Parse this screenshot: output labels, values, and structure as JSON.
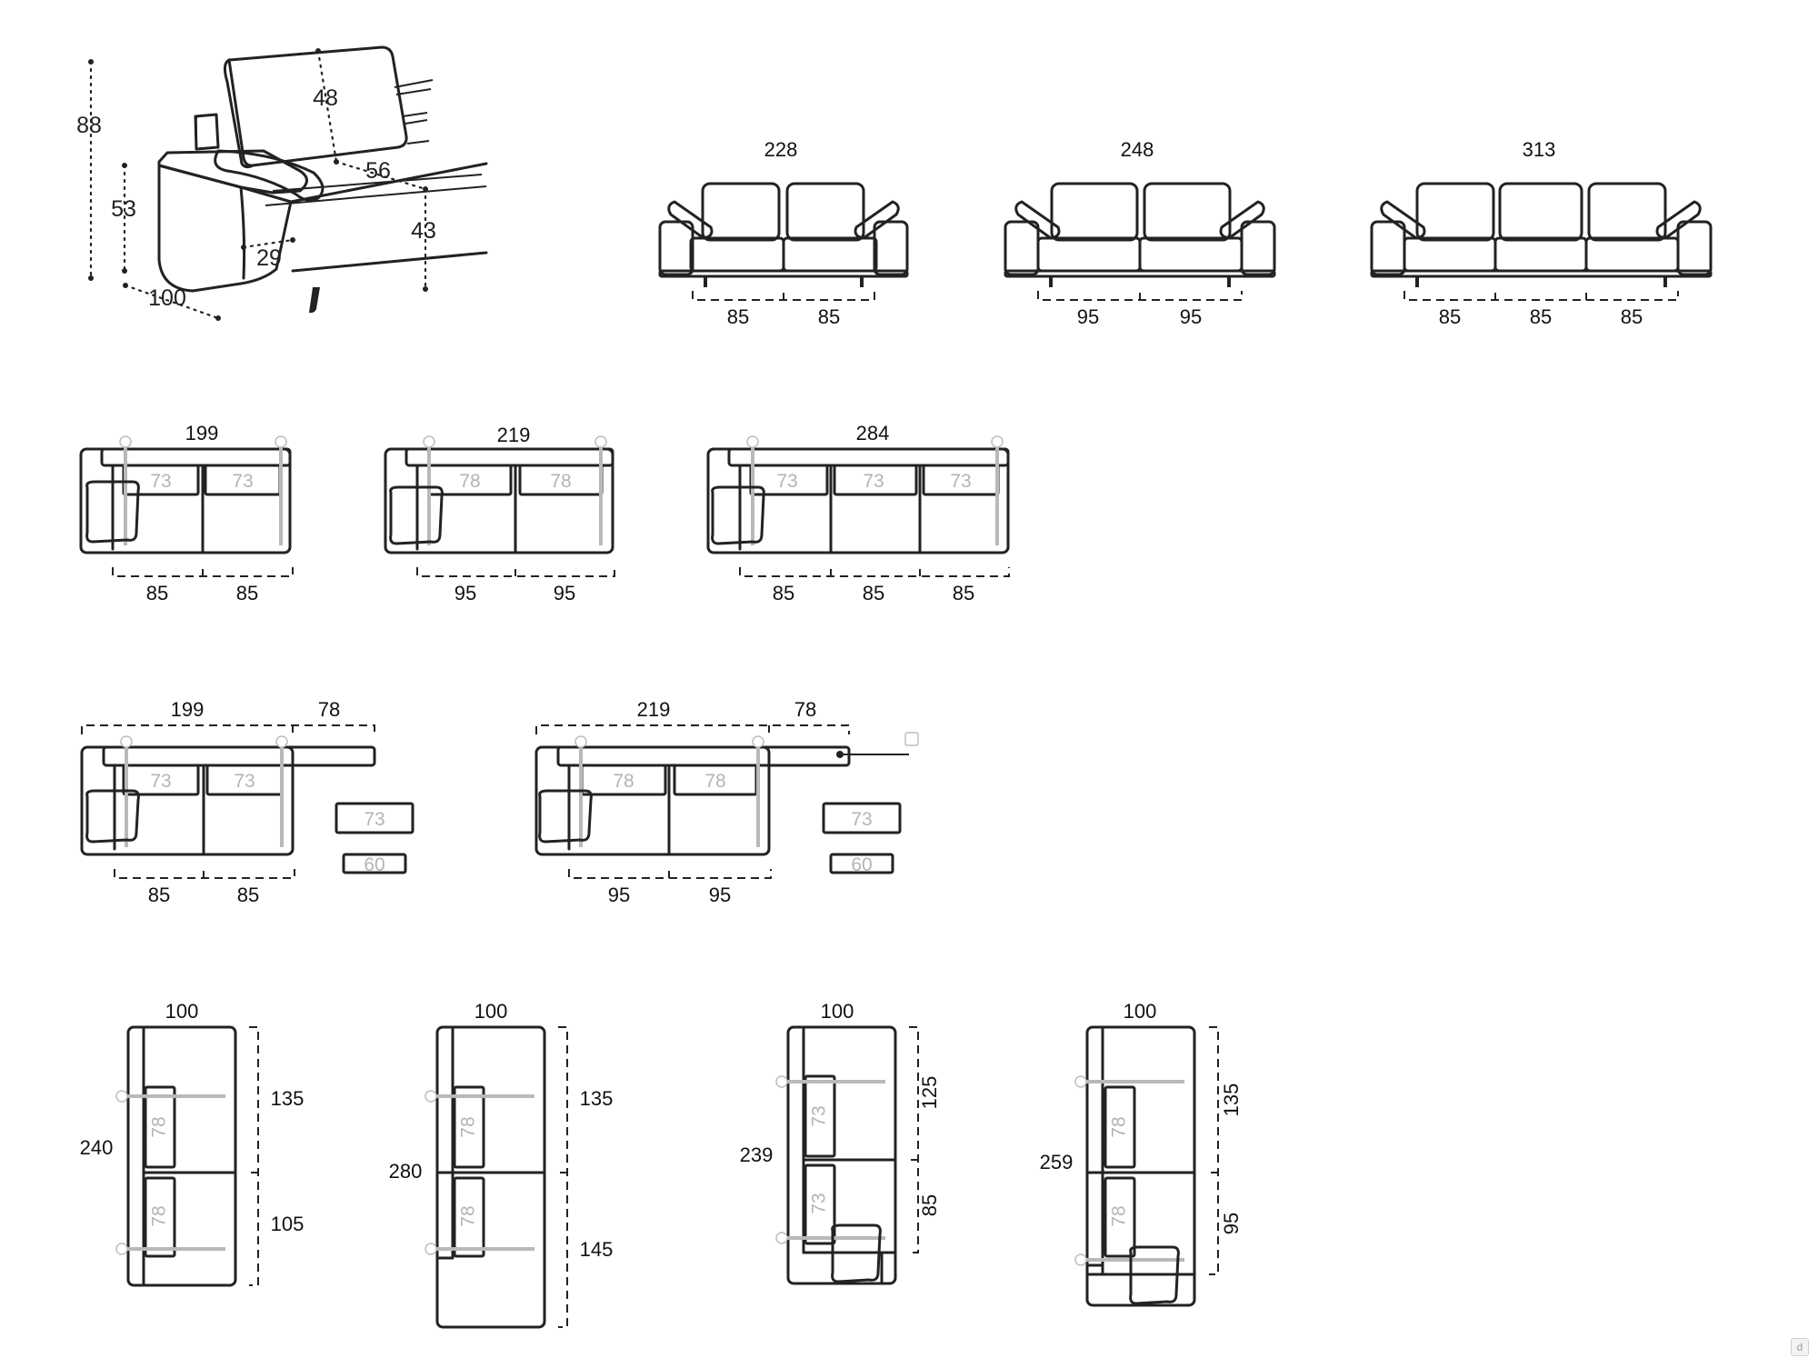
{
  "perspective": {
    "height_total": "88",
    "backrest": "48",
    "seat_depth": "56",
    "arm_height": "53",
    "seat_height": "43",
    "arm_width": "29",
    "depth": "100"
  },
  "fronts": [
    {
      "total": "228",
      "modules": [
        "85",
        "85"
      ]
    },
    {
      "total": "248",
      "modules": [
        "95",
        "95"
      ]
    },
    {
      "total": "313",
      "modules": [
        "85",
        "85",
        "85"
      ]
    }
  ],
  "plans": [
    {
      "total": "199",
      "seats": [
        "73",
        "73"
      ],
      "modules": [
        "85",
        "85"
      ]
    },
    {
      "total": "219",
      "seats": [
        "78",
        "78"
      ],
      "modules": [
        "95",
        "95"
      ]
    },
    {
      "total": "284",
      "seats": [
        "73",
        "73",
        "73"
      ],
      "modules": [
        "85",
        "85",
        "85"
      ]
    }
  ],
  "shelf_plans": [
    {
      "total": "199",
      "shelf": "78",
      "seats": [
        "73",
        "73"
      ],
      "modules": [
        "85",
        "85"
      ],
      "tables": [
        "73",
        "60"
      ]
    },
    {
      "total": "219",
      "shelf": "78",
      "seats": [
        "78",
        "78"
      ],
      "modules": [
        "95",
        "95"
      ],
      "tables": [
        "73",
        "60"
      ]
    }
  ],
  "chaises": [
    {
      "width": "100",
      "length": "240",
      "parts": [
        "135",
        "105"
      ],
      "seats": [
        "78",
        "78"
      ]
    },
    {
      "width": "100",
      "length": "280",
      "parts": [
        "135",
        "145"
      ],
      "seats": [
        "78",
        "78"
      ]
    },
    {
      "width": "100",
      "length": "239",
      "parts": [
        "125",
        "85"
      ],
      "seats": [
        "73",
        "73"
      ]
    },
    {
      "width": "100",
      "length": "259",
      "parts": [
        "135",
        "95"
      ],
      "seats": [
        "78",
        "78"
      ]
    }
  ],
  "badge_icon": "d-logo-icon"
}
